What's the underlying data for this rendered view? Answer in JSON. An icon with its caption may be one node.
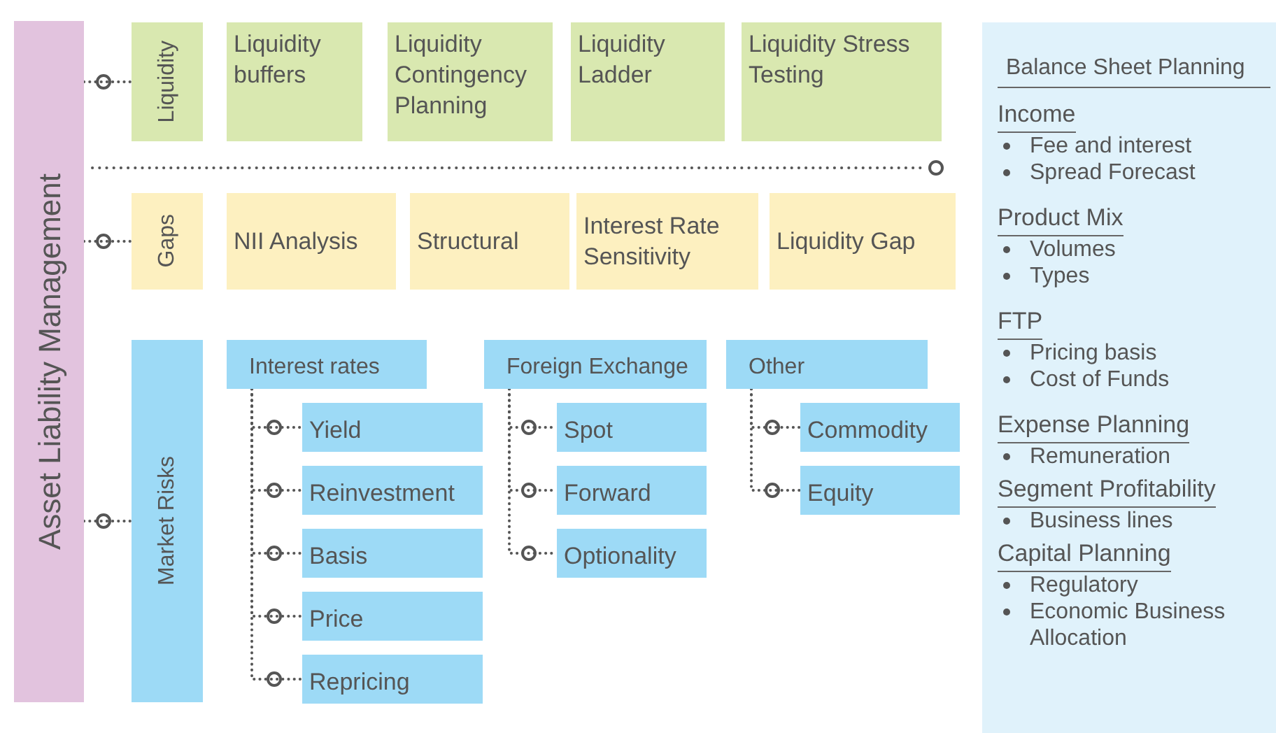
{
  "diagram": {
    "nodes": [
      {
        "text": [
          "Asset Liability Management"
        ]
      },
      {
        "text": [
          "Liquidity"
        ]
      },
      {
        "text": [
          "Liquidity buffers"
        ]
      },
      {
        "text": [
          "Liquidity Contingency Planning"
        ]
      },
      {
        "text": [
          "Liquidity Ladder"
        ]
      },
      {
        "text": [
          "Liquidity Stress Testing"
        ]
      },
      {
        "text": [
          "Gaps"
        ]
      },
      {
        "text": [
          "NII Analysis"
        ]
      },
      {
        "text": [
          "Structural"
        ]
      },
      {
        "text": [
          "Interest Rate Sensitivity"
        ]
      },
      {
        "text": [
          "Liquidity Gap"
        ]
      },
      {
        "text": [
          "Market Risks"
        ]
      },
      {
        "text": [
          "Interest rates"
        ]
      },
      {
        "text": [
          "Yield"
        ]
      },
      {
        "text": [
          "Reinvestment"
        ]
      },
      {
        "text": [
          "Basis"
        ]
      },
      {
        "text": [
          "Price"
        ]
      },
      {
        "text": [
          "Repricing"
        ]
      },
      {
        "text": [
          "Foreign Exchange"
        ]
      },
      {
        "text": [
          "Spot"
        ]
      },
      {
        "text": [
          "Forward"
        ]
      },
      {
        "text": [
          "Optionality"
        ]
      },
      {
        "text": [
          "Other"
        ]
      },
      {
        "text": [
          "Commodity"
        ]
      },
      {
        "text": [
          "Equity"
        ]
      },
      {
        "text": [
          "Balance Sheet Planning"
        ]
      }
    ],
    "edges": [
      {
        "from": 0,
        "to": 1,
        "arrow": "other",
        "style": "dashed"
      },
      {
        "from": 0,
        "to": 6,
        "arrow": "other",
        "style": "dashed"
      },
      {
        "from": 0,
        "to": 11,
        "arrow": "other",
        "style": "dashed"
      },
      {
        "from": 12,
        "to": 13,
        "arrow": "other",
        "style": "dashed"
      },
      {
        "from": 12,
        "to": 14,
        "arrow": "other",
        "style": "dashed"
      },
      {
        "from": 12,
        "to": 15,
        "arrow": "other",
        "style": "dashed"
      },
      {
        "from": 12,
        "to": 16,
        "arrow": "other",
        "style": "dashed"
      },
      {
        "from": 12,
        "to": 17,
        "arrow": "other",
        "style": "dashed"
      },
      {
        "from": 18,
        "to": 19,
        "arrow": "other",
        "style": "dashed"
      },
      {
        "from": 18,
        "to": 20,
        "arrow": "other",
        "style": "dashed"
      },
      {
        "from": 18,
        "to": 21,
        "arrow": "other",
        "style": "dashed"
      },
      {
        "from": 22,
        "to": 23,
        "arrow": "other",
        "style": "dashed"
      },
      {
        "from": 22,
        "to": 24,
        "arrow": "other",
        "style": "dashed"
      }
    ],
    "labels": [
      "Income",
      "Fee and interest",
      "Spread Forecast",
      "Product Mix",
      "Volumes",
      "Types",
      "FTP",
      "Pricing basis",
      "Cost of Funds",
      "Expense Planning",
      "Remuneration",
      "Segment Profitability",
      "Business lines",
      "Capital Planning",
      "Regulatory",
      "Economic Business Allocation"
    ]
  }
}
